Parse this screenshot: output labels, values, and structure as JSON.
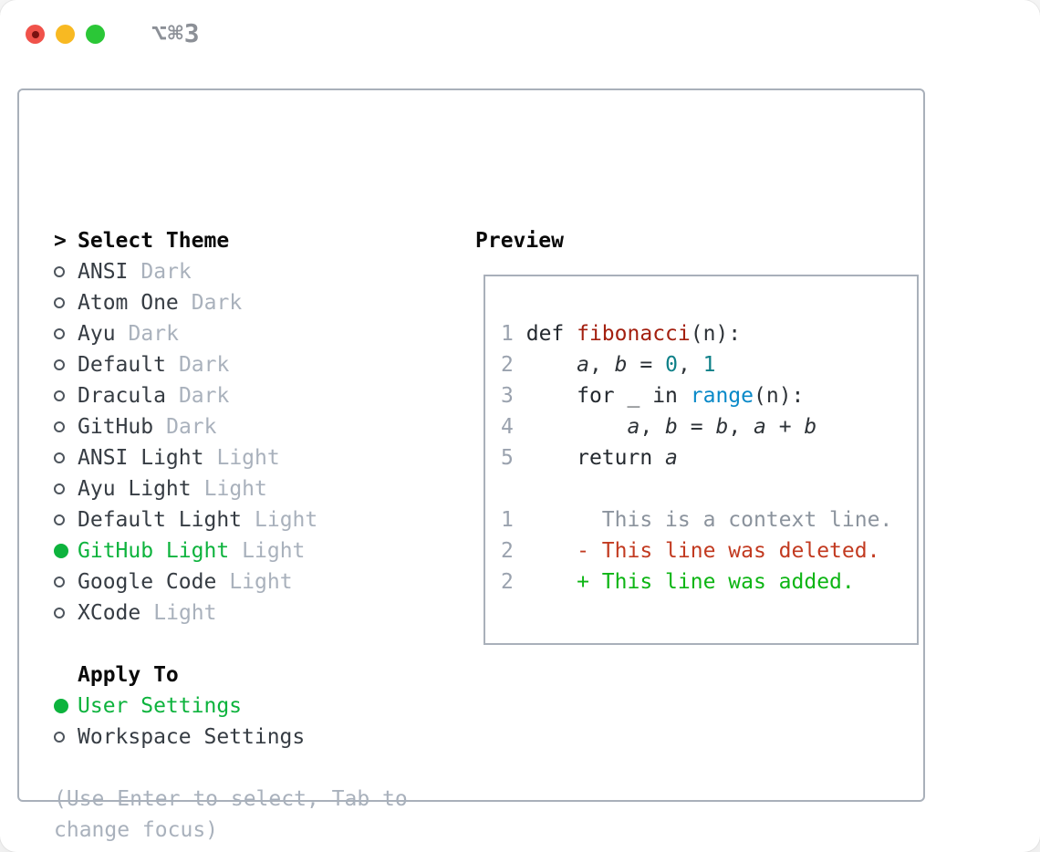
{
  "window": {
    "title": "⌥⌘3"
  },
  "titlebar": {
    "buttons": [
      "close",
      "minimize",
      "zoom"
    ]
  },
  "theme_panel": {
    "prompt": ">",
    "header": "Select Theme",
    "items": [
      {
        "name": "ANSI",
        "variant": "Dark",
        "selected": false
      },
      {
        "name": "Atom One",
        "variant": "Dark",
        "selected": false
      },
      {
        "name": "Ayu",
        "variant": "Dark",
        "selected": false
      },
      {
        "name": "Default",
        "variant": "Dark",
        "selected": false
      },
      {
        "name": "Dracula",
        "variant": "Dark",
        "selected": false
      },
      {
        "name": "GitHub",
        "variant": "Dark",
        "selected": false
      },
      {
        "name": "ANSI Light",
        "variant": "Light",
        "selected": false
      },
      {
        "name": "Ayu Light",
        "variant": "Light",
        "selected": false
      },
      {
        "name": "Default Light",
        "variant": "Light",
        "selected": false
      },
      {
        "name": "GitHub Light",
        "variant": "Light",
        "selected": true
      },
      {
        "name": "Google Code",
        "variant": "Light",
        "selected": false
      },
      {
        "name": "XCode",
        "variant": "Light",
        "selected": false
      }
    ]
  },
  "apply_to": {
    "header": "Apply To",
    "options": [
      {
        "label": "User Settings",
        "selected": true
      },
      {
        "label": "Workspace Settings",
        "selected": false
      }
    ]
  },
  "hint": "(Use Enter to select, Tab to change focus)",
  "preview": {
    "header": "Preview",
    "code_lines": [
      {
        "num": "1",
        "tokens": [
          {
            "t": " ",
            "c": "pl"
          },
          {
            "t": "def ",
            "c": "kw"
          },
          {
            "t": "fibonacci",
            "c": "fn"
          },
          {
            "t": "(n):",
            "c": "pl"
          }
        ]
      },
      {
        "num": "2",
        "tokens": [
          {
            "t": "     ",
            "c": "pl"
          },
          {
            "t": "a",
            "c": "vr"
          },
          {
            "t": ", ",
            "c": "pl"
          },
          {
            "t": "b",
            "c": "vr"
          },
          {
            "t": " = ",
            "c": "pl"
          },
          {
            "t": "0",
            "c": "nm"
          },
          {
            "t": ", ",
            "c": "pl"
          },
          {
            "t": "1",
            "c": "nm"
          }
        ]
      },
      {
        "num": "3",
        "tokens": [
          {
            "t": "     ",
            "c": "pl"
          },
          {
            "t": "for ",
            "c": "kw"
          },
          {
            "t": "_ ",
            "c": "pl"
          },
          {
            "t": "in ",
            "c": "kw"
          },
          {
            "t": "range",
            "c": "bi"
          },
          {
            "t": "(n):",
            "c": "pl"
          }
        ]
      },
      {
        "num": "4",
        "tokens": [
          {
            "t": "         ",
            "c": "pl"
          },
          {
            "t": "a",
            "c": "vr"
          },
          {
            "t": ", ",
            "c": "pl"
          },
          {
            "t": "b",
            "c": "vr"
          },
          {
            "t": " = ",
            "c": "pl"
          },
          {
            "t": "b",
            "c": "vr"
          },
          {
            "t": ", ",
            "c": "pl"
          },
          {
            "t": "a",
            "c": "vr"
          },
          {
            "t": " + ",
            "c": "pl"
          },
          {
            "t": "b",
            "c": "vr"
          }
        ]
      },
      {
        "num": "5",
        "tokens": [
          {
            "t": "     ",
            "c": "pl"
          },
          {
            "t": "return ",
            "c": "kw"
          },
          {
            "t": "a",
            "c": "vr"
          }
        ]
      }
    ],
    "diff_lines": [
      {
        "num": "1",
        "tokens": [
          {
            "t": "       This is a context line.",
            "c": "ctx"
          }
        ]
      },
      {
        "num": "2",
        "tokens": [
          {
            "t": "     - This line was deleted.",
            "c": "del"
          }
        ]
      },
      {
        "num": "2",
        "tokens": [
          {
            "t": "     + This line was added.",
            "c": "add"
          }
        ]
      }
    ]
  },
  "colors": {
    "selection_green": "#0db33d",
    "added_green": "#0db514",
    "deleted_red": "#c23a20",
    "function_red": "#a31f0f",
    "number_teal": "#0e8088",
    "builtin_blue": "#0989c8",
    "traffic_red": "#f0524a",
    "traffic_yellow": "#f8b922",
    "traffic_green": "#2bc737"
  }
}
